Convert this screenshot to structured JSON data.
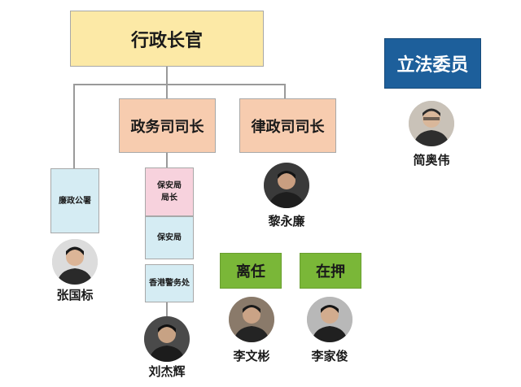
{
  "chief_executive": "行政长官",
  "chief_secretary": "政务司司长",
  "secretary_justice": "律政司司长",
  "legislator": "立法委员",
  "icac": "廉政公署",
  "security_secretary": "保安局\n局长",
  "security_bureau": "保安局",
  "police": "香港警务处",
  "resigned": "离任",
  "detained": "在押",
  "people": {
    "zhang_guobiao": "张国标",
    "liu_jiehui": "刘杰辉",
    "li_yongqian": "黎永廉",
    "li_wenbin": "李文彬",
    "li_jiajun": "李家俊",
    "jian_aowei": "简奥伟"
  }
}
